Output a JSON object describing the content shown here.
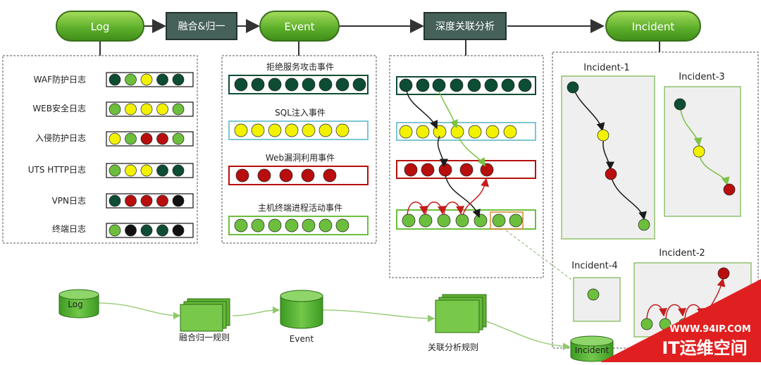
{
  "colors": {
    "dark_green": "#0d4d33",
    "light_green": "#6cbf3c",
    "yellow": "#f2f200",
    "red": "#b80e0e",
    "black": "#111111",
    "panel_border": "#555555",
    "arrow_dark": "#1b1b1b",
    "arrow_green": "#7cc144",
    "arrow_red": "#c41c1c",
    "watermark_red": "#e02020"
  },
  "header": {
    "log": "Log",
    "fuse": "融合&归一",
    "event": "Event",
    "correlate": "深度关联分析",
    "incident": "Incident"
  },
  "logs": [
    {
      "label": "WAF防护日志",
      "dots": [
        "D",
        "L",
        "Y",
        "D",
        "D"
      ]
    },
    {
      "label": "WEB安全日志",
      "dots": [
        "L",
        "Y",
        "Y",
        "Y",
        "L"
      ]
    },
    {
      "label": "入侵防护日志",
      "dots": [
        "Y",
        "L",
        "R",
        "R",
        "L"
      ]
    },
    {
      "label": "UTS HTTP日志",
      "dots": [
        "L",
        "Y",
        "Y",
        "D",
        "D"
      ]
    },
    {
      "label": "VPN日志",
      "dots": [
        "D",
        "R",
        "R",
        "R",
        "K"
      ]
    },
    {
      "label": "终端日志",
      "dots": [
        "L",
        "K",
        "D",
        "D",
        "K"
      ]
    }
  ],
  "events": [
    {
      "label": "拒绝服务攻击事件",
      "color": "D",
      "count": 8
    },
    {
      "label": "SQL注入事件",
      "color": "Y",
      "count": 7
    },
    {
      "label": "Web漏洞利用事件",
      "color": "R",
      "count": 5
    },
    {
      "label": "主机终端进程活动事件",
      "color": "L",
      "count": 7
    }
  ],
  "incidents": {
    "i1": "Incident-1",
    "i3": "Incident-3",
    "i4": "Incident-4",
    "i2": "Incident-2"
  },
  "flow": {
    "log": "Log",
    "fuse_rule": "融合归一规则",
    "event": "Event",
    "corr_rule": "关联分析规则",
    "incident": "Incident"
  },
  "watermark": {
    "url": "WWW.94IP.COM",
    "brand": "IT运维空间"
  }
}
